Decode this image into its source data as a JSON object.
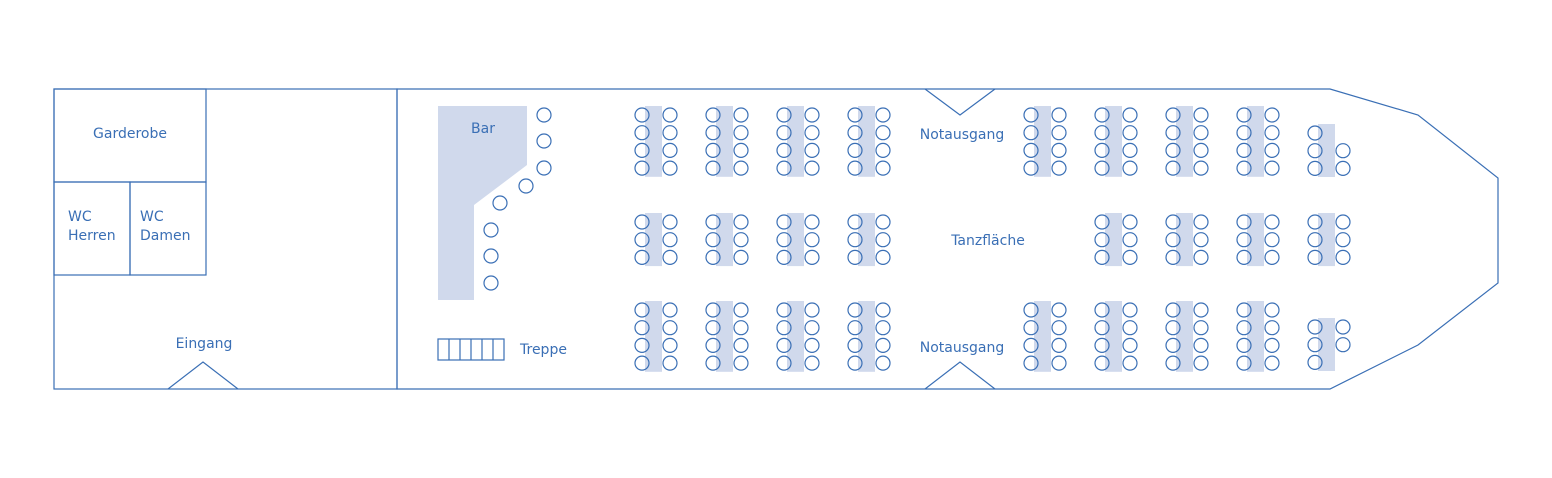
{
  "colors": {
    "line": "#3a6fb5",
    "text": "#3a6fb5",
    "table_fill": "#d0d9ec",
    "background": "#ffffff"
  },
  "labels": {
    "garderobe": "Garderobe",
    "wc_herren": [
      "WC",
      "Herren"
    ],
    "wc_damen": [
      "WC",
      "Damen"
    ],
    "eingang": "Eingang",
    "bar": "Bar",
    "treppe": "Treppe",
    "notausgang_top": "Notausgang",
    "notausgang_bottom": "Notausgang",
    "tanzflaeche": "Tanzfläche"
  }
}
